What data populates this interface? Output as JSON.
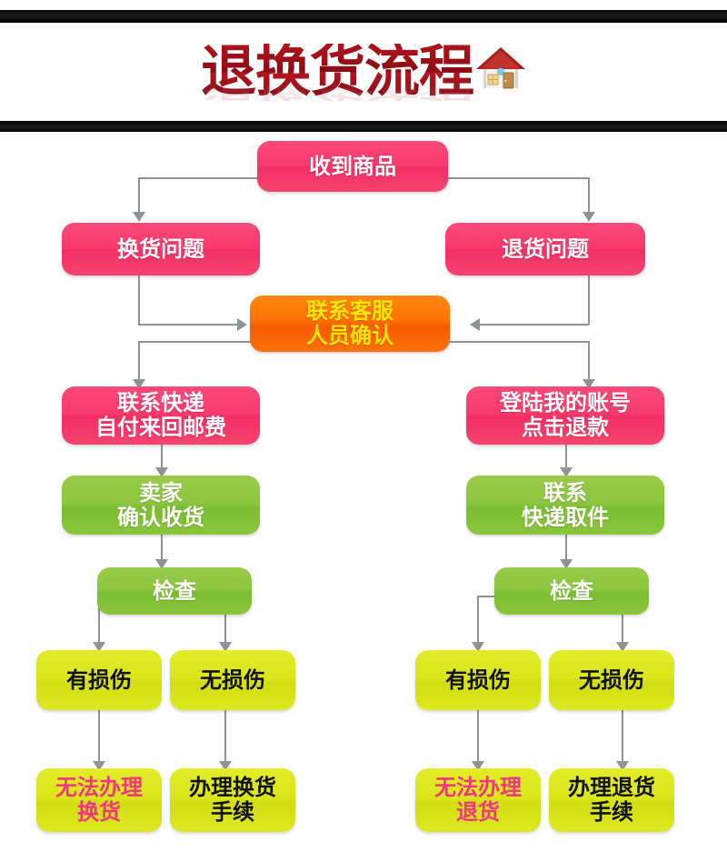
{
  "header": {
    "title": "退换货流程",
    "icon": "house-icon"
  },
  "flowchart": {
    "nodes": {
      "start": {
        "label": "收到商品",
        "color": "#F8396C"
      },
      "exchange_issue": {
        "label": "换货问题",
        "color": "#F8396C"
      },
      "return_issue": {
        "label": "退货问题",
        "color": "#F8396C"
      },
      "contact_service": {
        "label": "联系客服\n人员确认",
        "color": "#FD6F05",
        "text_color": "#FFE600"
      },
      "contact_courier": {
        "label": "联系快递\n自付来回邮费",
        "color": "#F8396C"
      },
      "login_refund": {
        "label": "登陆我的账号\n点击退款",
        "color": "#F8396C"
      },
      "seller_confirm": {
        "label": "卖家\n确认收货",
        "color": "#8CC63F"
      },
      "courier_pickup": {
        "label": "联系\n快递取件",
        "color": "#8CC63F"
      },
      "inspect_left": {
        "label": "检查",
        "color": "#8CC63F"
      },
      "inspect_right": {
        "label": "检查",
        "color": "#8CC63F"
      },
      "damaged_left": {
        "label": "有损伤",
        "color": "#DBE61B"
      },
      "undamaged_left": {
        "label": "无损伤",
        "color": "#DBE61B"
      },
      "damaged_right": {
        "label": "有损伤",
        "color": "#DBE61B"
      },
      "undamaged_right": {
        "label": "无损伤",
        "color": "#DBE61B"
      },
      "no_exchange": {
        "label": "无法办理\n换货",
        "color": "#DBE61B",
        "text_color": "#F1357F"
      },
      "do_exchange": {
        "label": "办理换货\n手续",
        "color": "#DBE61B",
        "text_color": "#111111"
      },
      "no_return": {
        "label": "无法办理\n退货",
        "color": "#DBE61B",
        "text_color": "#F1357F"
      },
      "do_return": {
        "label": "办理退货\n手续",
        "color": "#DBE61B",
        "text_color": "#111111"
      }
    }
  }
}
